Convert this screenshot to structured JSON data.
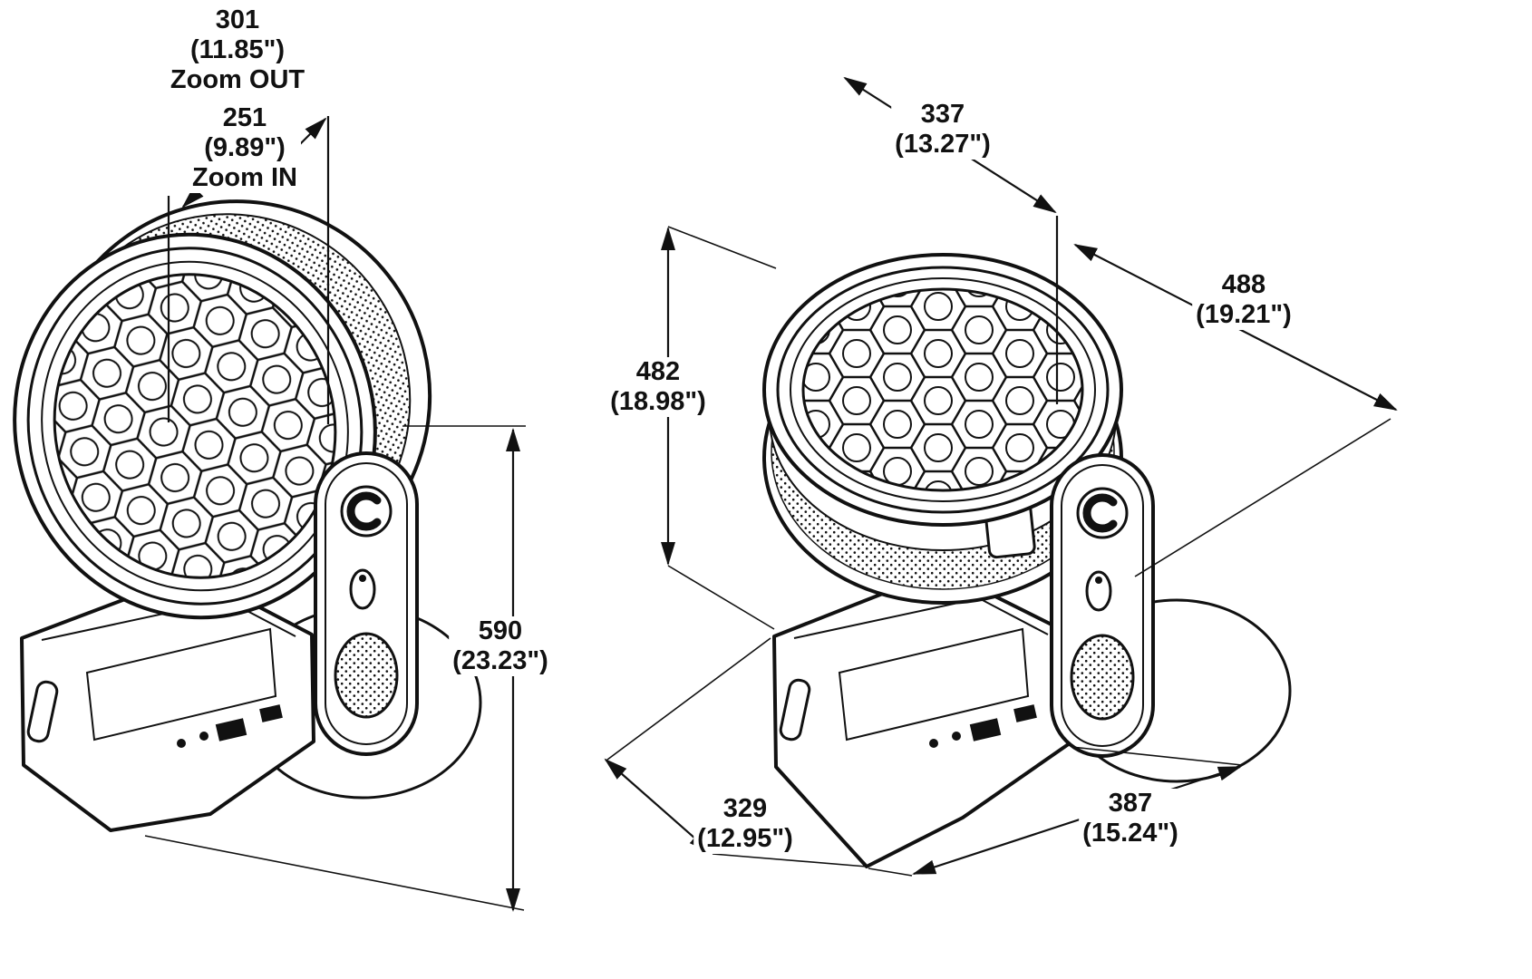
{
  "left_view": {
    "zoom_out": {
      "mm": "301",
      "inches": "(11.85\")",
      "caption": "Zoom OUT"
    },
    "zoom_in": {
      "mm": "251",
      "inches": "(9.89\")",
      "caption": "Zoom IN"
    },
    "height": {
      "mm": "590",
      "inches": "(23.23\")"
    }
  },
  "right_view": {
    "head_width": {
      "mm": "337",
      "inches": "(13.27\")"
    },
    "depth_diagonal": {
      "mm": "488",
      "inches": "(19.21\")"
    },
    "body_height": {
      "mm": "482",
      "inches": "(18.98\")"
    },
    "base_depth": {
      "mm": "329",
      "inches": "(12.95\")"
    },
    "base_width": {
      "mm": "387",
      "inches": "(15.24\")"
    }
  }
}
